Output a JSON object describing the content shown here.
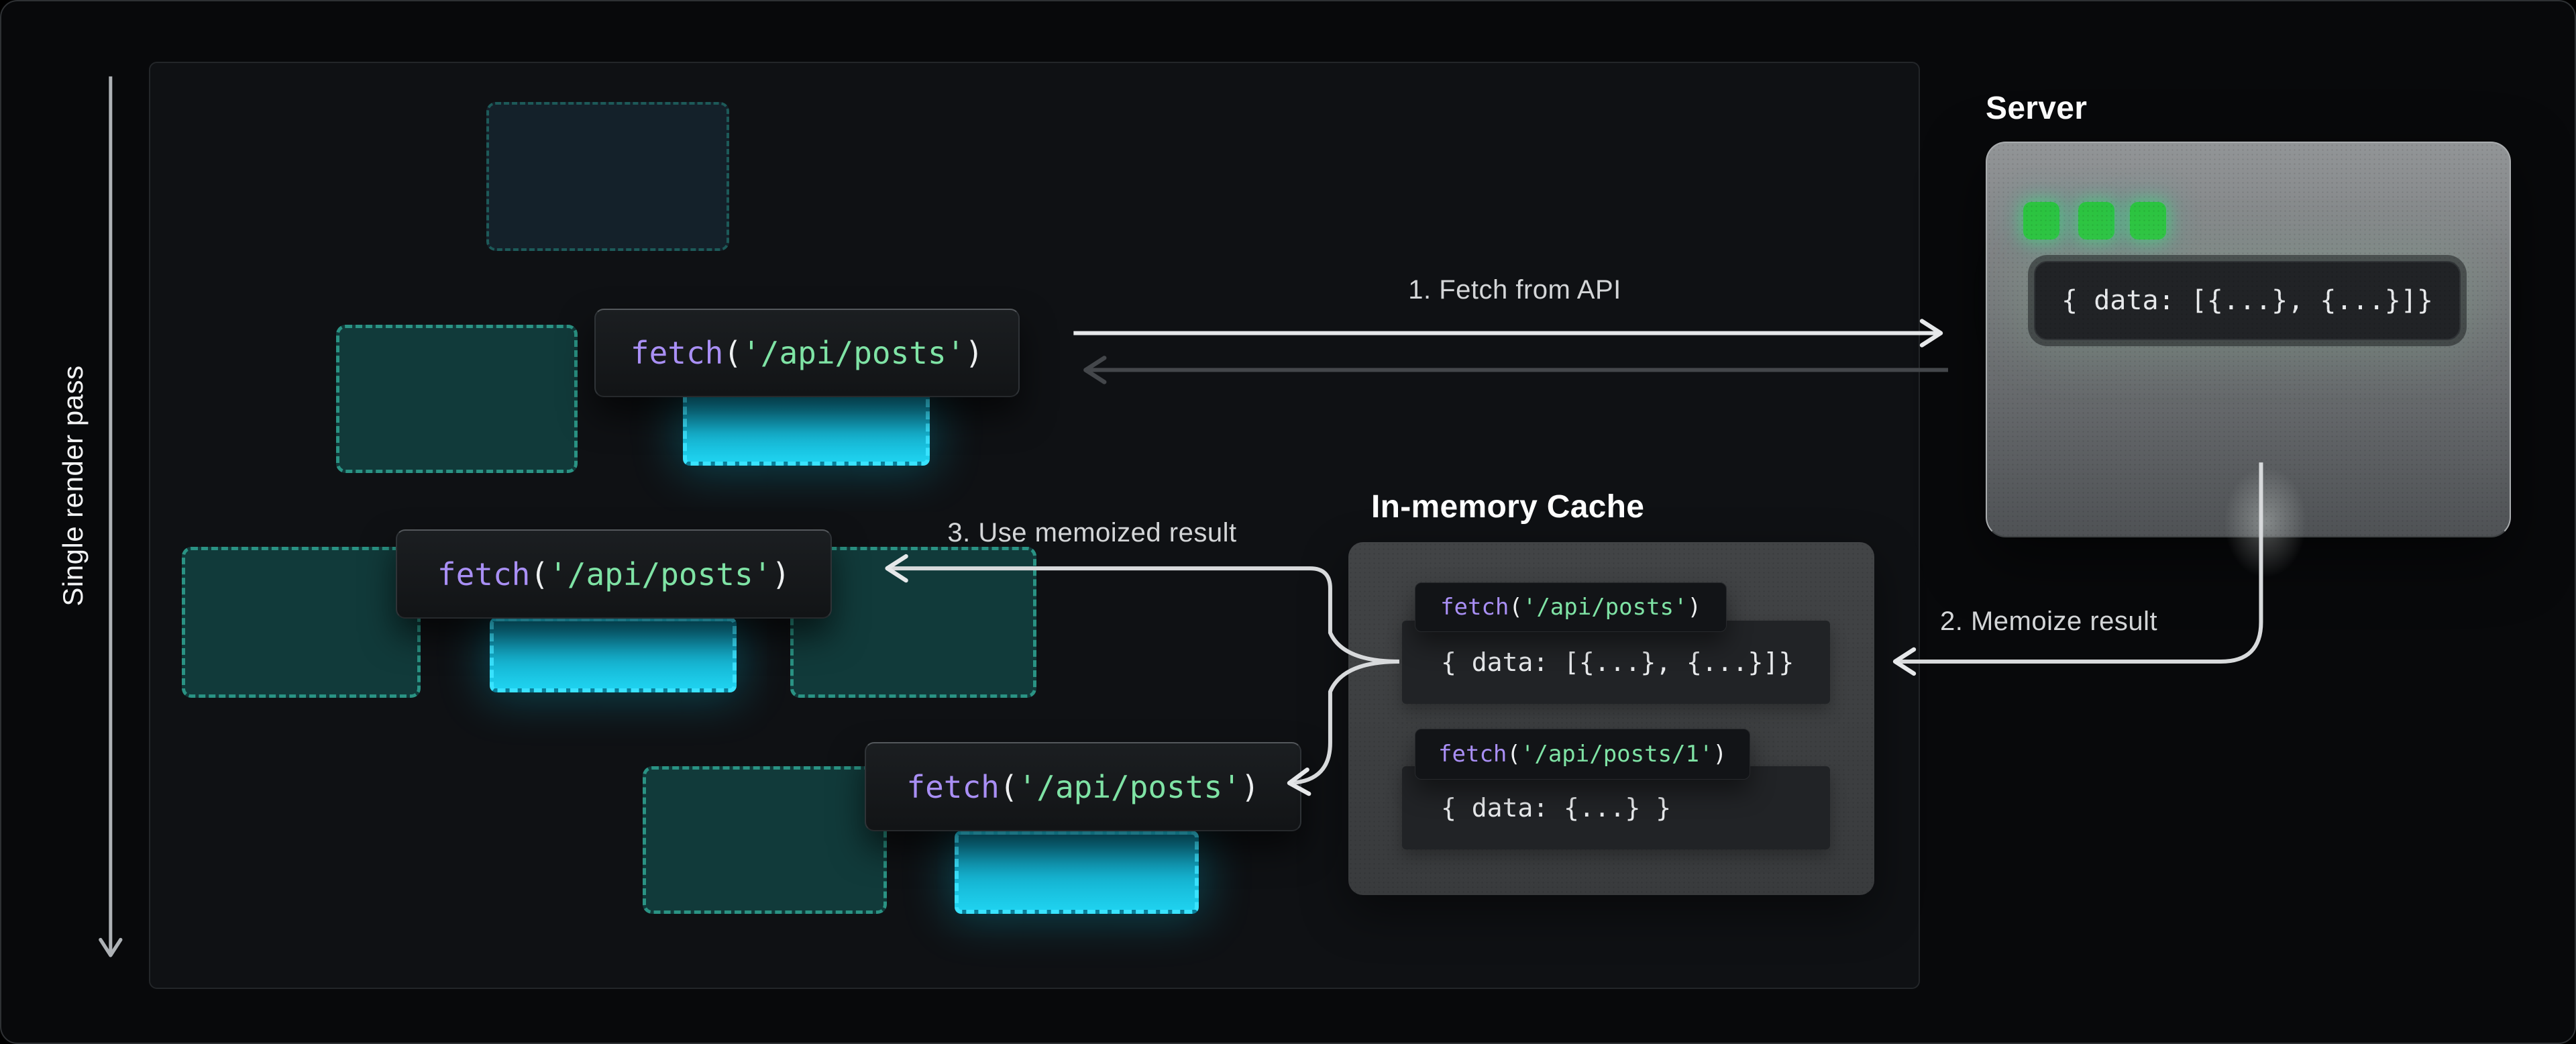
{
  "canvas": {
    "render_pass_label": "Single render pass"
  },
  "steps": {
    "step1": "1. Fetch from API",
    "step2": "2. Memoize result",
    "step3": "3. Use memoized result"
  },
  "fetch_call": {
    "fn": "fetch",
    "open": "(",
    "arg": "'/api/posts'",
    "close": ")"
  },
  "server": {
    "title": "Server",
    "response": "{ data: [{...}, {...}]}"
  },
  "cache": {
    "title": "In-memory Cache",
    "entries": [
      {
        "fn": "fetch",
        "open": "(",
        "arg": "'/api/posts'",
        "close": ")",
        "value": "{ data: [{...}, {...}]}"
      },
      {
        "fn": "fetch",
        "open": "(",
        "arg": "'/api/posts/1'",
        "close": ")",
        "value": "{ data: {...} }"
      }
    ]
  },
  "colors": {
    "code_fn_purple": "#a98ff5",
    "code_string_green": "#7fe3a5",
    "result_cyan_fill": "#1fd2ef",
    "result_cyan_dash": "#39e3ff",
    "component_dash_teal": "#2a9384",
    "component_dash_dim": "#1d5a59",
    "server_dot_green": "#2cc440",
    "arrow_light": "#e6e8ea",
    "arrow_dim": "#44474b"
  }
}
